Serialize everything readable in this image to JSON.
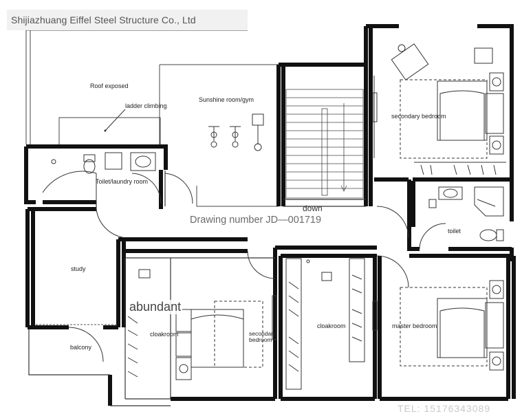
{
  "company": {
    "name": "Shijiazhuang Eiffel Steel Structure Co., Ltd"
  },
  "rooms": {
    "roof_exposed": "Roof exposed",
    "ladder_climbing": "ladder climbing",
    "sunshine_room": "Sunshine room/gym",
    "toilet_laundry": "Toilet/laundry room",
    "secondary_bedroom_top": "secondary bedroom",
    "stairs_down": "down",
    "toilet": "toilet",
    "study": "study",
    "balcony": "balcony",
    "cloakroom_left": "cloakroom",
    "secondary_bedroom_bottom": "secondary bedroom",
    "cloakroom_center": "cloakroom",
    "master_bedroom": "master bedroom"
  },
  "drawing_number": "Drawing number JD—001719",
  "watermark": {
    "text": "abundant"
  },
  "phone": "TEL: 15176343089",
  "colors": {
    "wall": "#111111",
    "furniture": "#333333",
    "background": "#ffffff"
  }
}
